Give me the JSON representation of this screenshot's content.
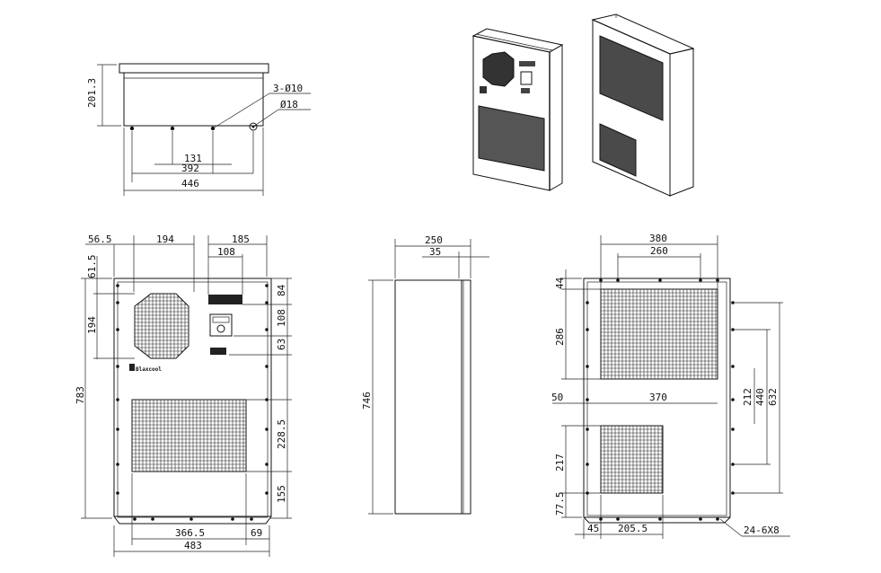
{
  "top_view": {
    "height": "201.3",
    "holes_label": "3-Ø10",
    "hole_big_label": "Ø18",
    "dim_131": "131",
    "dim_392": "392",
    "dim_446": "446"
  },
  "front_view": {
    "dim_56_5": "56.5",
    "dim_194_top": "194",
    "dim_185": "185",
    "dim_108_top": "108",
    "dim_61_5": "61.5",
    "dim_194_side": "194",
    "dim_783": "783",
    "dim_84": "84",
    "dim_108_right": "108",
    "dim_63": "63",
    "dim_228_5": "228.5",
    "dim_155": "155",
    "dim_366_5": "366.5",
    "dim_69": "69",
    "dim_483": "483",
    "logo_text": "Blaxcool"
  },
  "side_view": {
    "dim_250": "250",
    "dim_35": "35",
    "dim_746": "746"
  },
  "back_view": {
    "dim_380": "380",
    "dim_260": "260",
    "dim_44": "44",
    "dim_286": "286",
    "dim_50": "50",
    "dim_370": "370",
    "dim_212": "212",
    "dim_440": "440",
    "dim_632": "632",
    "dim_217": "217",
    "dim_77_5": "77.5",
    "dim_45": "45",
    "dim_205_5": "205.5",
    "mount_holes": "24-6X8"
  }
}
